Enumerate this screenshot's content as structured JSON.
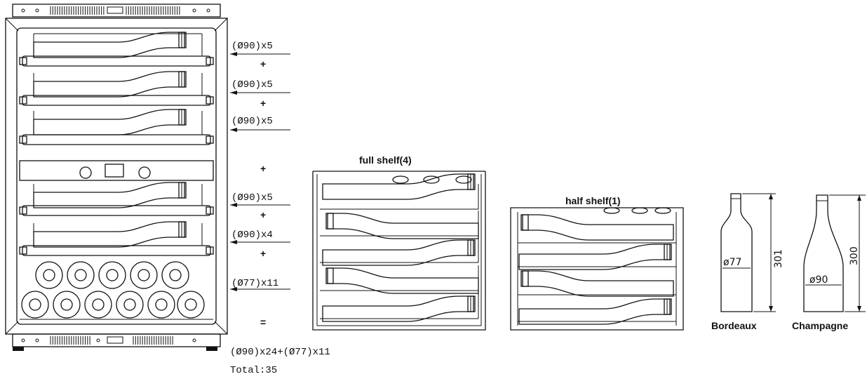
{
  "cabinet": {
    "labels": [
      "(Ø90)x5",
      "+",
      "(Ø90)x5",
      "+",
      "(Ø90)x5",
      "+",
      "(Ø90)x5",
      "+",
      "(Ø90)x4",
      "+",
      "(Ø77)x11",
      "="
    ],
    "total_formula": "(Ø90)x24+(Ø77)x11",
    "total": "Total:35"
  },
  "shelves": {
    "full_title": "full shelf(4)",
    "half_title": "half shelf(1)"
  },
  "bottles": {
    "bordeaux": {
      "name": "Bordeaux",
      "diameter": "ø77",
      "height": "301"
    },
    "champagne": {
      "name": "Champagne",
      "diameter": "ø90",
      "height": "300"
    }
  }
}
